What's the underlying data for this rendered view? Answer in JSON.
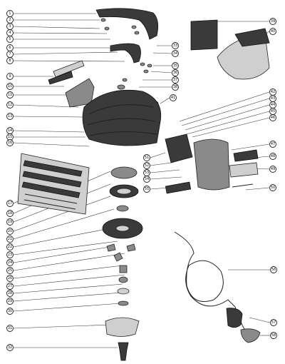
{
  "callouts_left": [
    "1",
    "2",
    "3",
    "4",
    "5",
    "6",
    "7",
    "8",
    "9",
    "10",
    "11",
    "12",
    "13",
    "14",
    "15",
    "16",
    "17",
    "18",
    "19",
    "20",
    "21",
    "22",
    "23",
    "24",
    "25",
    "26",
    "27",
    "28",
    "29",
    "30",
    "31",
    "32",
    "33",
    "34",
    "35",
    "36",
    "37",
    "38"
  ],
  "callouts_right": [
    "39",
    "40",
    "41",
    "42",
    "43",
    "44",
    "45",
    "46",
    "47",
    "48",
    "49",
    "50",
    "51",
    "52",
    "53",
    "54",
    "55",
    "56",
    "57",
    "58"
  ],
  "ink_color": "#222222"
}
